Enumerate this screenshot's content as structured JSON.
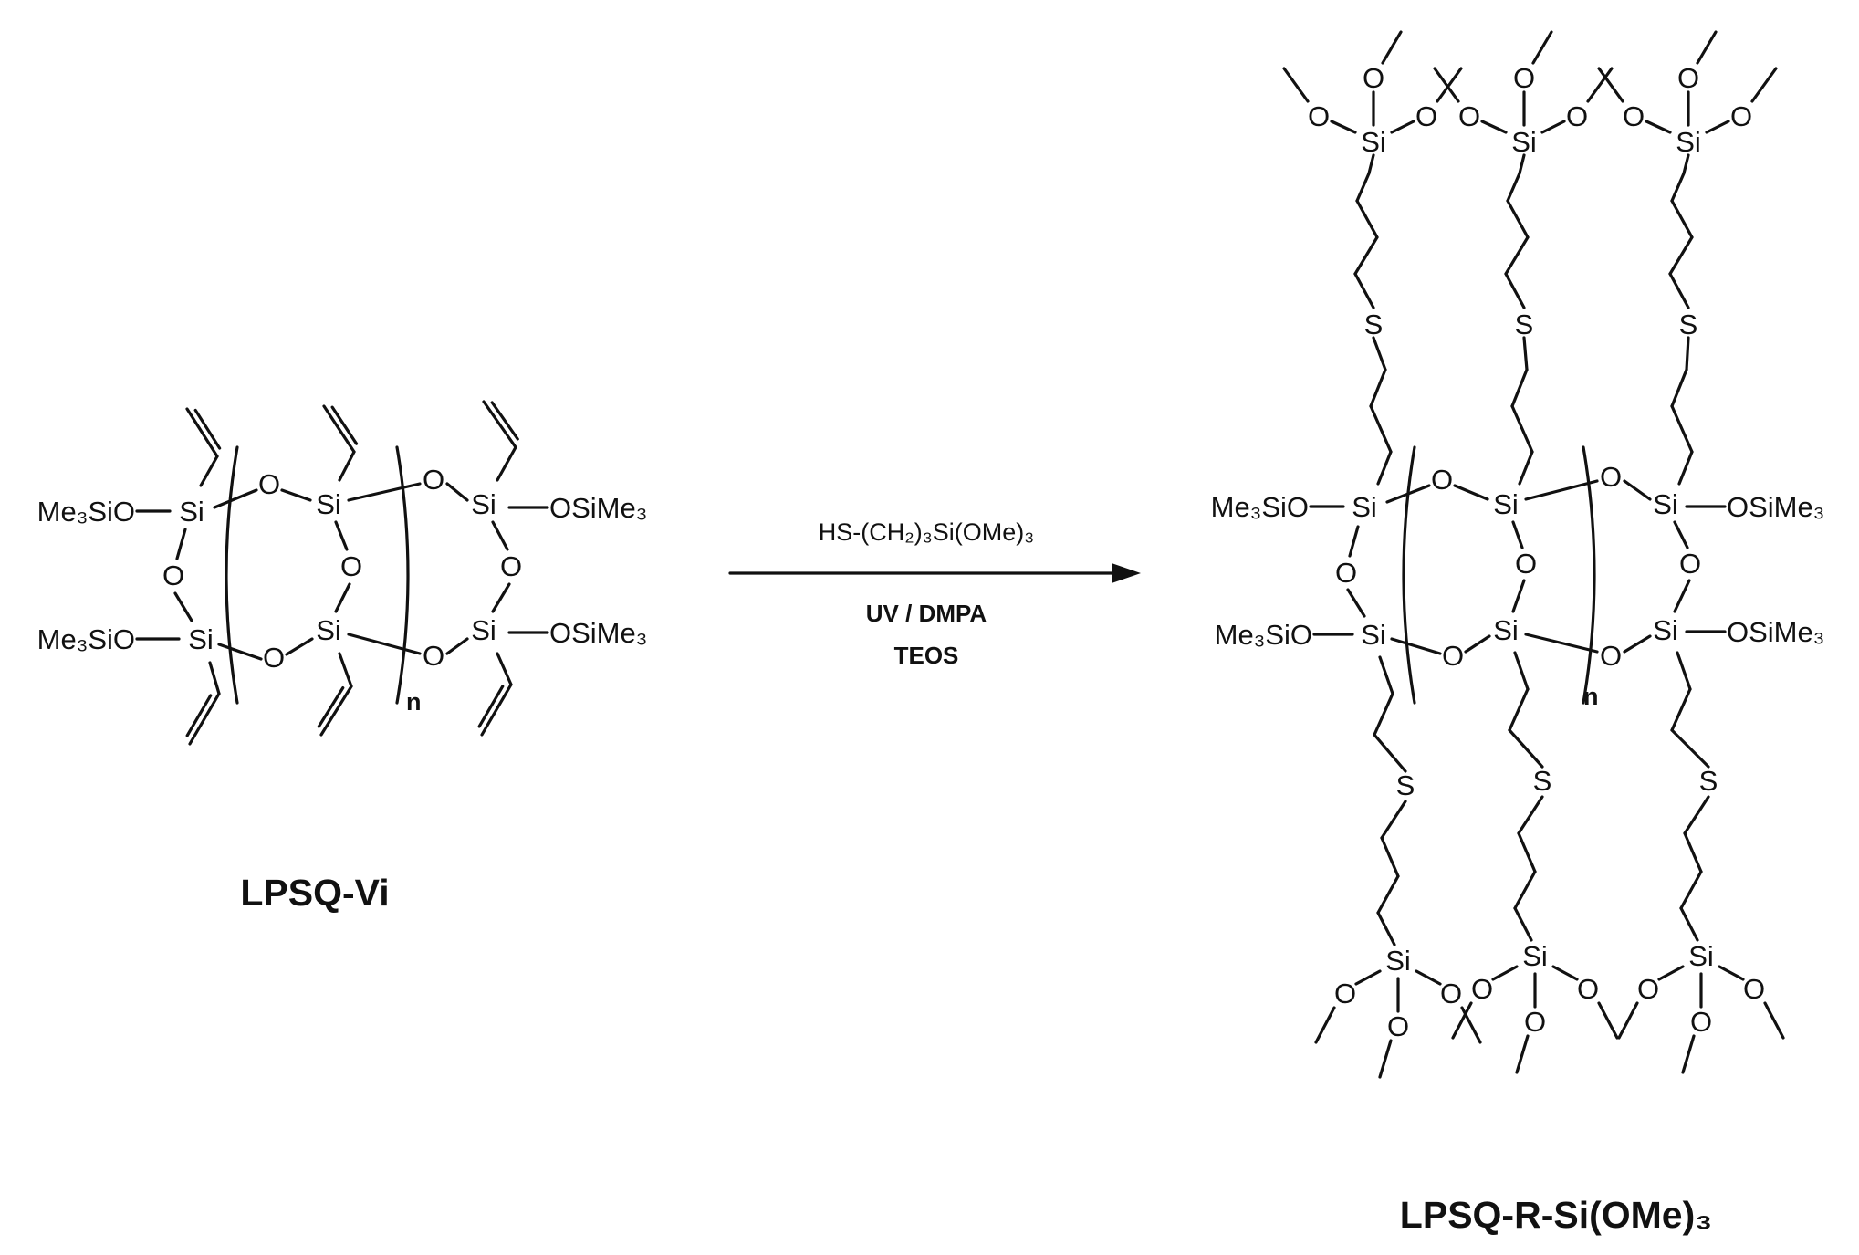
{
  "reactant": {
    "name": "LPSQ-Vi",
    "labels": {
      "si": "Si",
      "o": "O",
      "n": "n",
      "me3sio": "Me₃SiO",
      "osime3": "OSiMe₃"
    }
  },
  "reaction": {
    "reagent": "HS-(CH₂)₃Si(OMe)₃",
    "conditions_1": "UV / DMPA",
    "conditions_2": "TEOS"
  },
  "product": {
    "name": "LPSQ-R-Si(OMe)₃",
    "labels": {
      "si": "Si",
      "o": "O",
      "s": "S",
      "n": "n",
      "me3sio": "Me₃SiO",
      "osime3": "OSiMe₃"
    }
  },
  "colors": {
    "ink": "#111111",
    "background": "#ffffff"
  }
}
